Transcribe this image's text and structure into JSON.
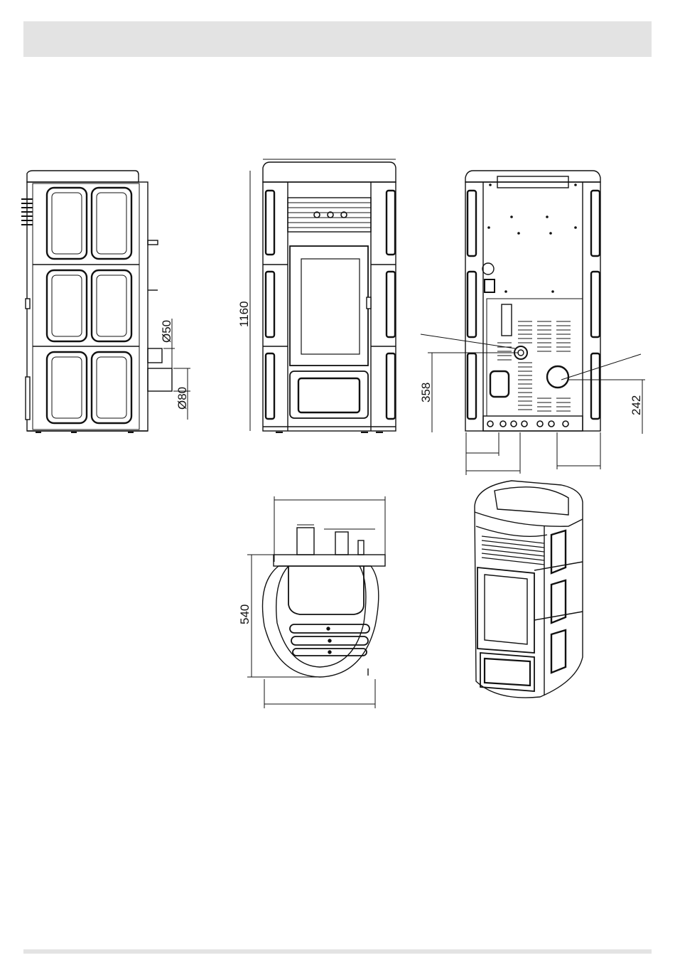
{
  "colors": {
    "header_bar": "#e3e3e3",
    "line": "#111111",
    "panel_fill": "#ffffff"
  },
  "views": {
    "side": "side-view",
    "front": "front-view",
    "rear": "rear-view",
    "top": "top-view",
    "perspective": "perspective-view"
  },
  "dimensions": {
    "height": "1160",
    "flue_pipe": "Ø50",
    "air_inlet": "Ø80",
    "rear_outlet_height": "358",
    "rear_inlet_height": "242",
    "depth": "540"
  }
}
